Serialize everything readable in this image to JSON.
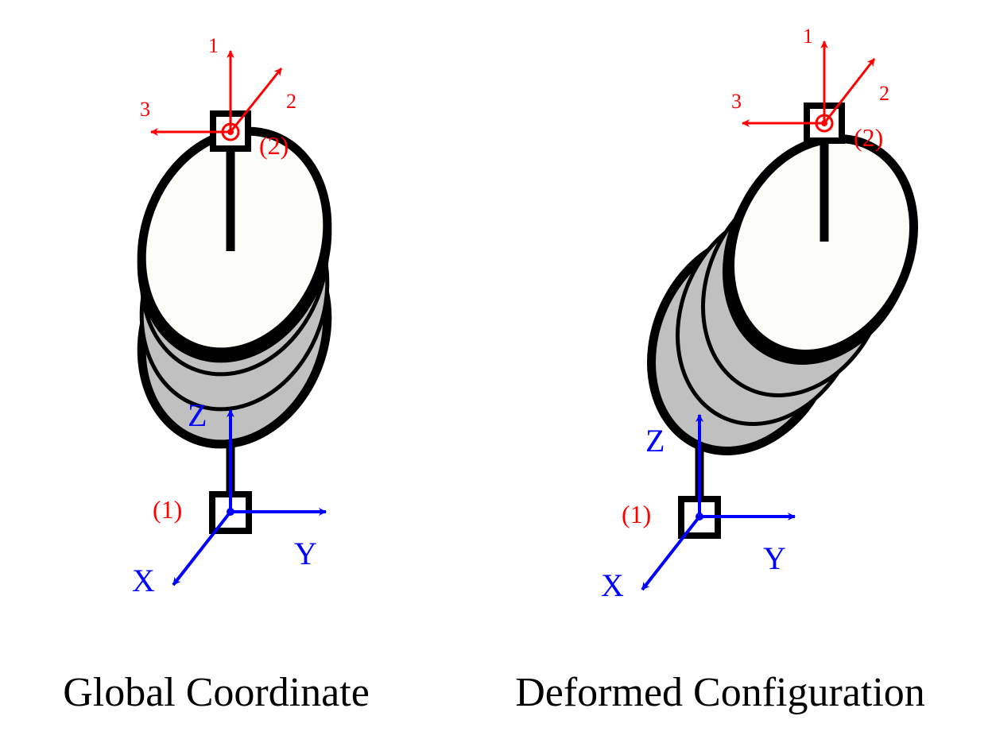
{
  "colors": {
    "local_axes": "#ff0000",
    "global_axes": "#0000ff",
    "outline": "#000000",
    "disc_top": "#fcfcf8",
    "disc_side": "#c0c0c0"
  },
  "icons": [
    "node-square-icon",
    "axis-arrow-icon",
    "spring-disc-stack-icon"
  ],
  "panels": [
    {
      "caption": "Global Coordinate",
      "node_top": "(2)",
      "node_bottom": "(1)",
      "local_axes": [
        "1",
        "2",
        "3"
      ],
      "global_axes": [
        "X",
        "Y",
        "Z"
      ]
    },
    {
      "caption": "Deformed Configuration",
      "node_top": "(2)",
      "node_bottom": "(1)",
      "local_axes": [
        "1",
        "2",
        "3"
      ],
      "global_axes": [
        "X",
        "Y",
        "Z"
      ]
    }
  ]
}
